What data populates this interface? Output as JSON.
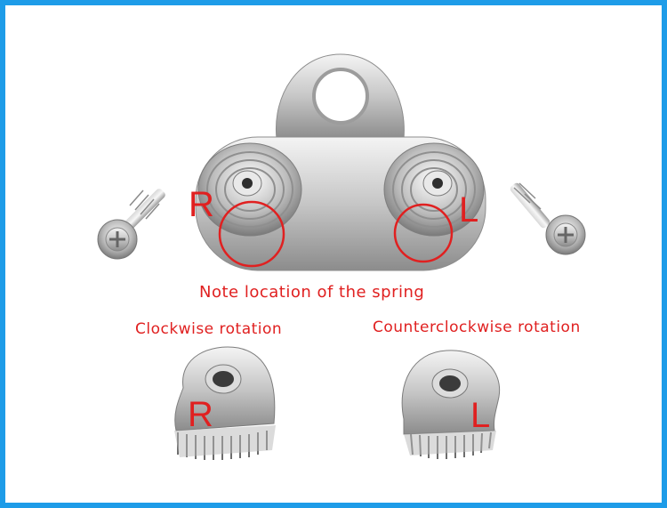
{
  "labels": {
    "right_mark": "R",
    "left_mark": "L",
    "right_cam_mark": "R",
    "left_cam_mark": "L"
  },
  "captions": {
    "spring_note": "Note location of the spring",
    "clockwise": "Clockwise rotation",
    "counterclockwise": "Counterclockwise rotation"
  },
  "colors": {
    "frame_border": "#1e9ce8",
    "annotation": "#e02020",
    "background": "#ffffff"
  }
}
